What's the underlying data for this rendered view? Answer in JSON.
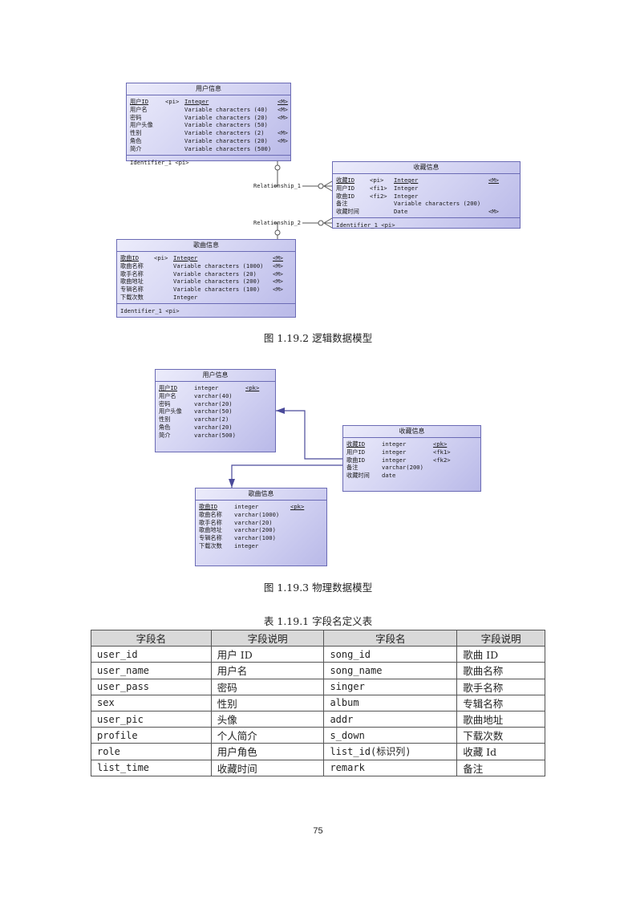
{
  "logical_model": {
    "user_entity": {
      "title": "用户信息",
      "attributes": [
        {
          "name": "用户ID",
          "key": "<pi>",
          "type": "Integer",
          "mandatory": "<M>",
          "pk": true
        },
        {
          "name": "用户名",
          "key": "",
          "type": "Variable characters (40)",
          "mandatory": "<M>"
        },
        {
          "name": "密码",
          "key": "",
          "type": "Variable characters (20)",
          "mandatory": "<M>"
        },
        {
          "name": "用户头像",
          "key": "",
          "type": "Variable characters (50)",
          "mandatory": ""
        },
        {
          "name": "性别",
          "key": "",
          "type": "Variable characters (2)",
          "mandatory": "<M>"
        },
        {
          "name": "角色",
          "key": "",
          "type": "Variable characters (20)",
          "mandatory": "<M>"
        },
        {
          "name": "简介",
          "key": "",
          "type": "Variable characters (500)",
          "mandatory": ""
        }
      ],
      "identifier": "Identifier_1  <pi>"
    },
    "favorite_entity": {
      "title": "收藏信息",
      "attributes": [
        {
          "name": "收藏ID",
          "key": "<pi>",
          "type": "Integer",
          "mandatory": "<M>",
          "pk": true
        },
        {
          "name": "用户ID",
          "key": "<fi1>",
          "type": "Integer",
          "mandatory": ""
        },
        {
          "name": "歌曲ID",
          "key": "<fi2>",
          "type": "Integer",
          "mandatory": ""
        },
        {
          "name": "备注",
          "key": "",
          "type": "Variable characters (200)",
          "mandatory": ""
        },
        {
          "name": "收藏时间",
          "key": "",
          "type": "Date",
          "mandatory": "<M>"
        }
      ],
      "identifier": "Identifier_1  <pi>"
    },
    "song_entity": {
      "title": "歌曲信息",
      "attributes": [
        {
          "name": "歌曲ID",
          "key": "<pi>",
          "type": "Integer",
          "mandatory": "<M>",
          "pk": true
        },
        {
          "name": "歌曲名称",
          "key": "",
          "type": "Variable characters (1000)",
          "mandatory": "<M>"
        },
        {
          "name": "歌手名称",
          "key": "",
          "type": "Variable characters (20)",
          "mandatory": "<M>"
        },
        {
          "name": "歌曲地址",
          "key": "",
          "type": "Variable characters (200)",
          "mandatory": "<M>"
        },
        {
          "name": "专辑名称",
          "key": "",
          "type": "Variable characters (100)",
          "mandatory": "<M>"
        },
        {
          "name": "下载次数",
          "key": "",
          "type": "Integer",
          "mandatory": ""
        }
      ],
      "identifier": "Identifier_1  <pi>"
    },
    "relationship_1": "Relationship_1",
    "relationship_2": "Relationship_2",
    "caption": "图 1.19.2 逻辑数据模型"
  },
  "physical_model": {
    "user_table": {
      "title": "用户信息",
      "columns": [
        {
          "name": "用户ID",
          "type": "integer",
          "key": "<pk>",
          "pk": true
        },
        {
          "name": "用户名",
          "type": "varchar(40)",
          "key": ""
        },
        {
          "name": "密码",
          "type": "varchar(20)",
          "key": ""
        },
        {
          "name": "用户头像",
          "type": "varchar(50)",
          "key": ""
        },
        {
          "name": "性别",
          "type": "varchar(2)",
          "key": ""
        },
        {
          "name": "角色",
          "type": "varchar(20)",
          "key": ""
        },
        {
          "name": "简介",
          "type": "varchar(500)",
          "key": ""
        }
      ]
    },
    "favorite_table": {
      "title": "收藏信息",
      "columns": [
        {
          "name": "收藏ID",
          "type": "integer",
          "key": "<pk>",
          "pk": true
        },
        {
          "name": "用户ID",
          "type": "integer",
          "key": "<fk1>"
        },
        {
          "name": "歌曲ID",
          "type": "integer",
          "key": "<fk2>"
        },
        {
          "name": "备注",
          "type": "varchar(200)",
          "key": ""
        },
        {
          "name": "收藏时间",
          "type": "date",
          "key": ""
        }
      ]
    },
    "song_table": {
      "title": "歌曲信息",
      "columns": [
        {
          "name": "歌曲ID",
          "type": "integer",
          "key": "<pk>",
          "pk": true
        },
        {
          "name": "歌曲名称",
          "type": "varchar(1000)",
          "key": ""
        },
        {
          "name": "歌手名称",
          "type": "varchar(20)",
          "key": ""
        },
        {
          "name": "歌曲地址",
          "type": "varchar(200)",
          "key": ""
        },
        {
          "name": "专辑名称",
          "type": "varchar(100)",
          "key": ""
        },
        {
          "name": "下载次数",
          "type": "integer",
          "key": ""
        }
      ]
    },
    "caption": "图 1.19.3 物理数据模型"
  },
  "field_table": {
    "caption": "表 1.19.1 字段名定义表",
    "headers": [
      "字段名",
      "字段说明",
      "字段名",
      "字段说明"
    ],
    "rows": [
      [
        "user_id",
        "用户 ID",
        "song_id",
        "歌曲 ID"
      ],
      [
        "user_name",
        "用户名",
        "song_name",
        "歌曲名称"
      ],
      [
        "user_pass",
        "密码",
        "singer",
        "歌手名称"
      ],
      [
        "sex",
        "性别",
        "album",
        "专辑名称"
      ],
      [
        "user_pic",
        "头像",
        "addr",
        "歌曲地址"
      ],
      [
        "profile",
        "个人简介",
        "s_down",
        "下载次数"
      ],
      [
        "role",
        "用户角色",
        "list_id(标识列)",
        "收藏 Id"
      ],
      [
        "list_time",
        "收藏时间",
        "remark",
        "备注"
      ]
    ]
  },
  "page_number": "75",
  "colors": {
    "entity_border": "#6b6bb5",
    "connector": "#4a4a9a",
    "header_fill": "#d9d9d9"
  }
}
